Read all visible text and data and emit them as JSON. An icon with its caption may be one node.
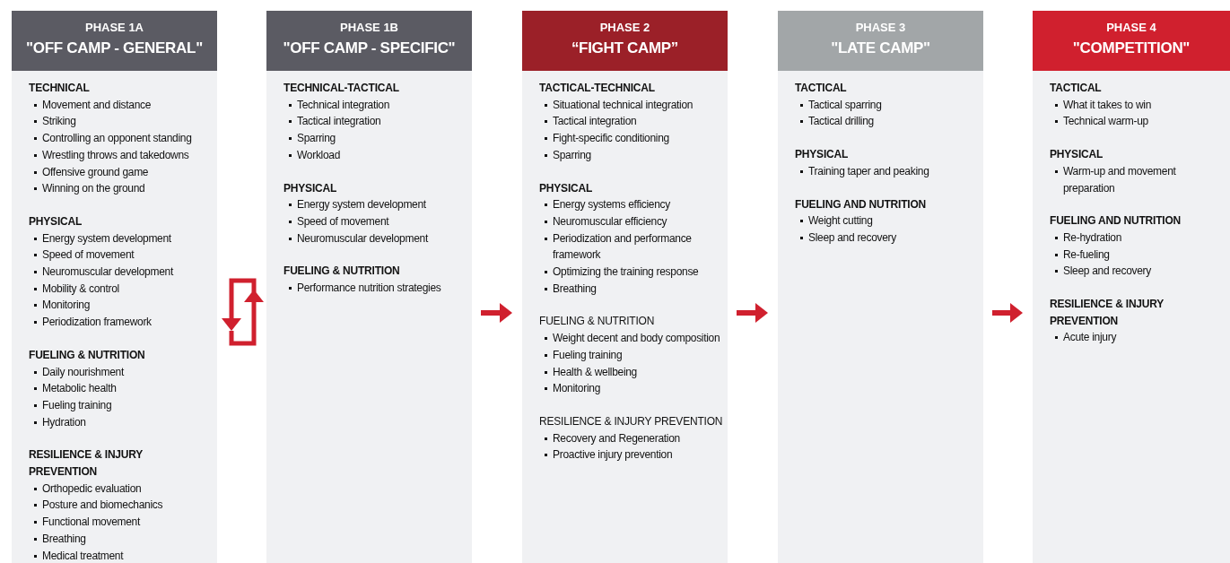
{
  "diagram": {
    "nodes": [
      {
        "text": [
          "PHASE 1A",
          "\"OFF CAMP - GENERAL\"",
          "TECHNICAL",
          "Movement and distance",
          "Striking",
          "Controlling an opponent standing",
          "Wrestling throws and takedowns",
          "Offensive ground game",
          "Winning on the ground",
          "PHYSICAL",
          "Energy system development",
          "Speed of movement",
          "Neuromuscular development",
          "Mobility & control",
          "Monitoring",
          "Periodization framework",
          "FUELING & NUTRITION",
          "Daily nourishment",
          "Metabolic health",
          "Fueling training",
          "Hydration",
          "RESILIENCE & INJURY PREVENTION",
          "Orthopedic evaluation",
          "Posture and biomechanics",
          "Functional movement",
          "Breathing",
          "Medical treatment"
        ]
      },
      {
        "text": [
          "PHASE 1B",
          "\"OFF CAMP - SPECIFIC\"",
          "TECHNICAL-TACTICAL",
          "Technical integration",
          "Tactical integration",
          "Sparring",
          "Workload",
          "PHYSICAL",
          "Energy system development",
          "Speed of movement",
          "Neuromuscular development",
          "FUELING & NUTRITION",
          "Performance nutrition strategies"
        ]
      },
      {
        "text": [
          "PHASE 2",
          "“FIGHT CAMP”",
          "TACTICAL-TECHNICAL",
          "Situational technical integration",
          "Tactical integration",
          "Fight-specific conditioning",
          "Sparring",
          "PHYSICAL",
          "Energy systems efficiency",
          "Neuromuscular efficiency",
          "Periodization and performance framework",
          "Optimizing the training response",
          "Breathing",
          "FUELING & NUTRITION",
          "Weight decent and body composition",
          "Fueling training",
          "Health & wellbeing",
          "Monitoring",
          "RESILIENCE & INJURY PREVENTION",
          "Recovery and Regeneration",
          "Proactive injury prevention"
        ]
      },
      {
        "text": [
          "PHASE 3",
          "\"LATE CAMP\"",
          "TACTICAL",
          "Tactical sparring",
          "Tactical drilling",
          "PHYSICAL",
          "Training taper and peaking",
          "FUELING AND NUTRITION",
          "Weight cutting",
          "Sleep and recovery"
        ]
      },
      {
        "text": [
          "PHASE 4",
          "\"COMPETITION\"",
          "TACTICAL",
          "What it takes to win",
          "Technical warm-up",
          "PHYSICAL",
          "Warm-up and movement preparation",
          "FUELING AND NUTRITION",
          "Re-hydration",
          "Re-fueling",
          "Sleep and recovery",
          "RESILIENCE & INJURY PREVENTION",
          "Acute injury"
        ]
      }
    ],
    "edges": [
      {
        "from": 0,
        "to": 1,
        "arrow": "to"
      },
      {
        "from": 1,
        "to": 0,
        "arrow": "to"
      },
      {
        "from": 1,
        "to": 2,
        "arrow": "to"
      },
      {
        "from": 2,
        "to": 3,
        "arrow": "to"
      },
      {
        "from": 3,
        "to": 4,
        "arrow": "to"
      }
    ]
  }
}
